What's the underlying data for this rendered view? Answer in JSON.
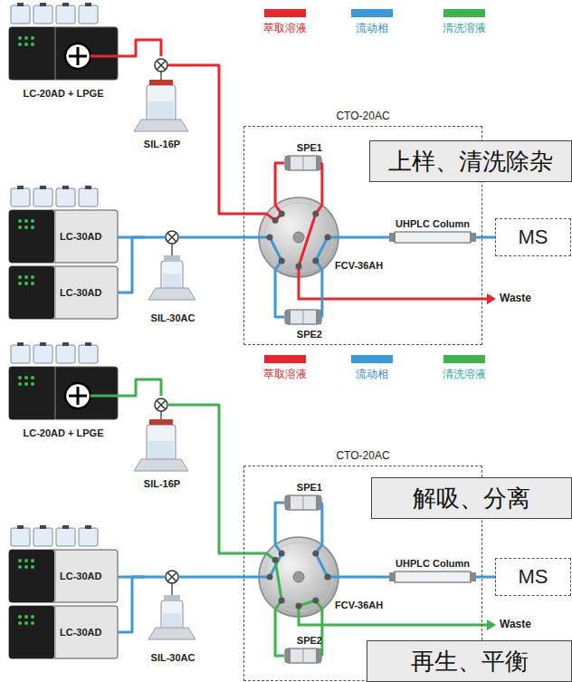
{
  "diagram": {
    "nodes": [
      {
        "text": [
          "LC-20AD + LPGE"
        ]
      },
      {
        "text": [
          "SIL-16P"
        ]
      },
      {
        "text": [
          "CTO-20AC"
        ]
      },
      {
        "text": [
          "上样、清洗除杂"
        ]
      },
      {
        "text": [
          "SPE1"
        ],
        "in": 2
      },
      {
        "text": [
          "FCV-36AH"
        ],
        "in": 2
      },
      {
        "text": [
          "UHPLC Column"
        ],
        "in": 2
      },
      {
        "text": [
          "SPE2"
        ],
        "in": 2
      },
      {
        "text": [
          "MS"
        ]
      },
      {
        "text": [
          "LC-30AD"
        ]
      },
      {
        "text": [
          "LC-30AD"
        ]
      },
      {
        "text": [
          "SIL-30AC"
        ]
      },
      {
        "text": [
          "LC-20AD + LPGE"
        ]
      },
      {
        "text": [
          "SIL-16P"
        ]
      },
      {
        "text": [
          "CTO-20AC"
        ]
      },
      {
        "text": [
          "解吸、分离"
        ]
      },
      {
        "text": [
          "SPE1"
        ],
        "in": 14
      },
      {
        "text": [
          "FCV-36AH"
        ],
        "in": 14
      },
      {
        "text": [
          "UHPLC Column"
        ],
        "in": 14
      },
      {
        "text": [
          "SPE2"
        ],
        "in": 14
      },
      {
        "text": [
          "MS"
        ]
      },
      {
        "text": [
          "LC-30AD"
        ]
      },
      {
        "text": [
          "LC-30AD"
        ]
      },
      {
        "text": [
          "SIL-30AC"
        ]
      },
      {
        "text": [
          "再生、平衡"
        ]
      }
    ],
    "edges": [
      {
        "from": 0,
        "to": 1,
        "arrow": "none"
      },
      {
        "from": 1,
        "to": 5,
        "arrow": "none"
      },
      {
        "from": 4,
        "to": 5,
        "arrow": "none"
      },
      {
        "from": 4,
        "to": 5,
        "arrow": "none"
      },
      {
        "from": 5,
        "to": 6,
        "arrow": "none"
      },
      {
        "from": 6,
        "to": 8,
        "arrow": "none"
      },
      {
        "from": 5,
        "to": 7,
        "arrow": "none"
      },
      {
        "from": 5,
        "to": 7,
        "arrow": "none"
      },
      {
        "from": 9,
        "to": 11,
        "arrow": "none"
      },
      {
        "from": 10,
        "to": 11,
        "arrow": "none"
      },
      {
        "from": 11,
        "to": 5,
        "arrow": "none"
      },
      {
        "from": 12,
        "to": 13,
        "arrow": "none"
      },
      {
        "from": 13,
        "to": 17,
        "arrow": "none"
      },
      {
        "from": 16,
        "to": 17,
        "arrow": "none"
      },
      {
        "from": 16,
        "to": 17,
        "arrow": "none"
      },
      {
        "from": 17,
        "to": 18,
        "arrow": "none"
      },
      {
        "from": 18,
        "to": 20,
        "arrow": "none"
      },
      {
        "from": 17,
        "to": 19,
        "arrow": "none"
      },
      {
        "from": 17,
        "to": 19,
        "arrow": "none"
      },
      {
        "from": 21,
        "to": 23,
        "arrow": "none"
      },
      {
        "from": 22,
        "to": 23,
        "arrow": "none"
      },
      {
        "from": 23,
        "to": 17,
        "arrow": "none"
      }
    ],
    "labels": [
      "Waste",
      "Waste"
    ],
    "legend": [
      {
        "text": "萃取溶液",
        "color": "#e8262b"
      },
      {
        "text": "流动相",
        "color": "#3a9ad9"
      },
      {
        "text": "清洗溶液",
        "color": "#3cb44b"
      },
      {
        "text": "萃取溶液",
        "color": "#e8262b"
      },
      {
        "text": "流动相",
        "color": "#3a9ad9"
      },
      {
        "text": "清洗溶液",
        "color": "#3cb44b"
      }
    ]
  }
}
